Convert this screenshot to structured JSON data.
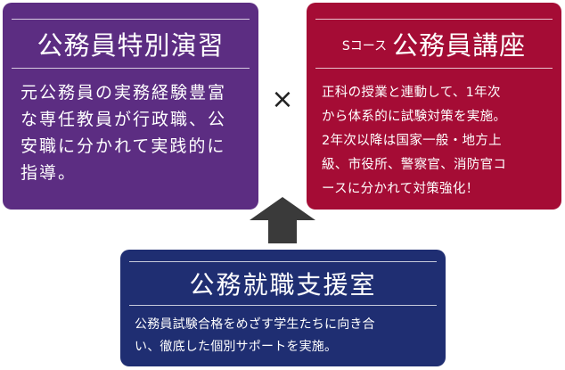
{
  "colors": {
    "purple": "#5c2d82",
    "crimson": "#a50c35",
    "navy": "#1f2e72",
    "arrow": "#3a3a3a",
    "text": "#ffffff"
  },
  "left_box": {
    "title": "公務員特別演習",
    "body": "元公務員の実務経験豊富\nな専任教員が行政職、公\n安職に分かれて実践的に\n指導。"
  },
  "right_box": {
    "title_prefix": "Sコース",
    "title": "公務員講座",
    "body": "正科の授業と連動して、1年次\nから体系的に試験対策を実施。\n2年次以降は国家一般・地方上\n級、市役所、警察官、消防官コ\nースに分かれて対策強化！"
  },
  "bottom_box": {
    "title": "公務就職支援室",
    "body": "公務員試験合格をめざす学生たちに向き合\nい、徹底した個別サポートを実施。"
  },
  "connector": {
    "symbol": "×",
    "symbol_icon": "multiply-icon",
    "arrow_icon": "arrow-up-icon"
  }
}
